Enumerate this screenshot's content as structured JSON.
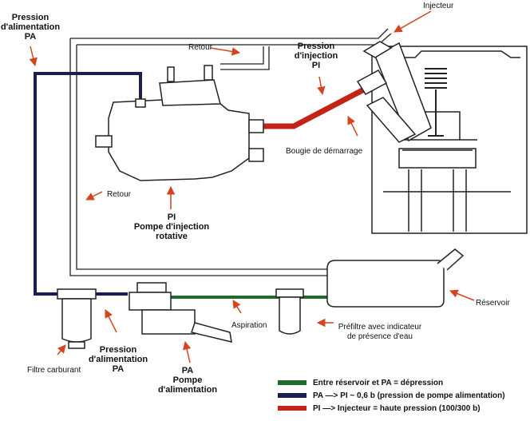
{
  "labels": {
    "pa_top": "Pression\nd'alimentation\nPA",
    "injecteur": "Injecteur",
    "retour_top": "Retour",
    "pression_injection": "Pression\nd'injection\nPI",
    "bougie": "Bougie de démarrage",
    "retour_left": "Retour",
    "pi_pump": "PI\nPompe d'injection\nrotative",
    "reservoir": "Réservoir",
    "aspiration": "Aspiration",
    "prefiltre": "Préfiltre avec indicateur\nde présence d'eau",
    "filtre": "Filtre carburant",
    "pa_bottom": "Pression\nd'alimentation\nPA",
    "pa_pompe": "PA\nPompe\nd'alimentation"
  },
  "legend": [
    {
      "color": "#1f6b2c",
      "text": "Entre réservoir et PA = dépression"
    },
    {
      "color": "#1a1f4e",
      "text": "PA —> PI ~ 0,6 b (pression de pompe alimentation)"
    },
    {
      "color": "#c22418",
      "text": "PI —> Injecteur = haute pression (100/300 b)"
    }
  ],
  "colors": {
    "depression": "#1f6b2c",
    "alimentation": "#1a1f4e",
    "haute_pression": "#c22418",
    "arrow": "#d2451e"
  }
}
